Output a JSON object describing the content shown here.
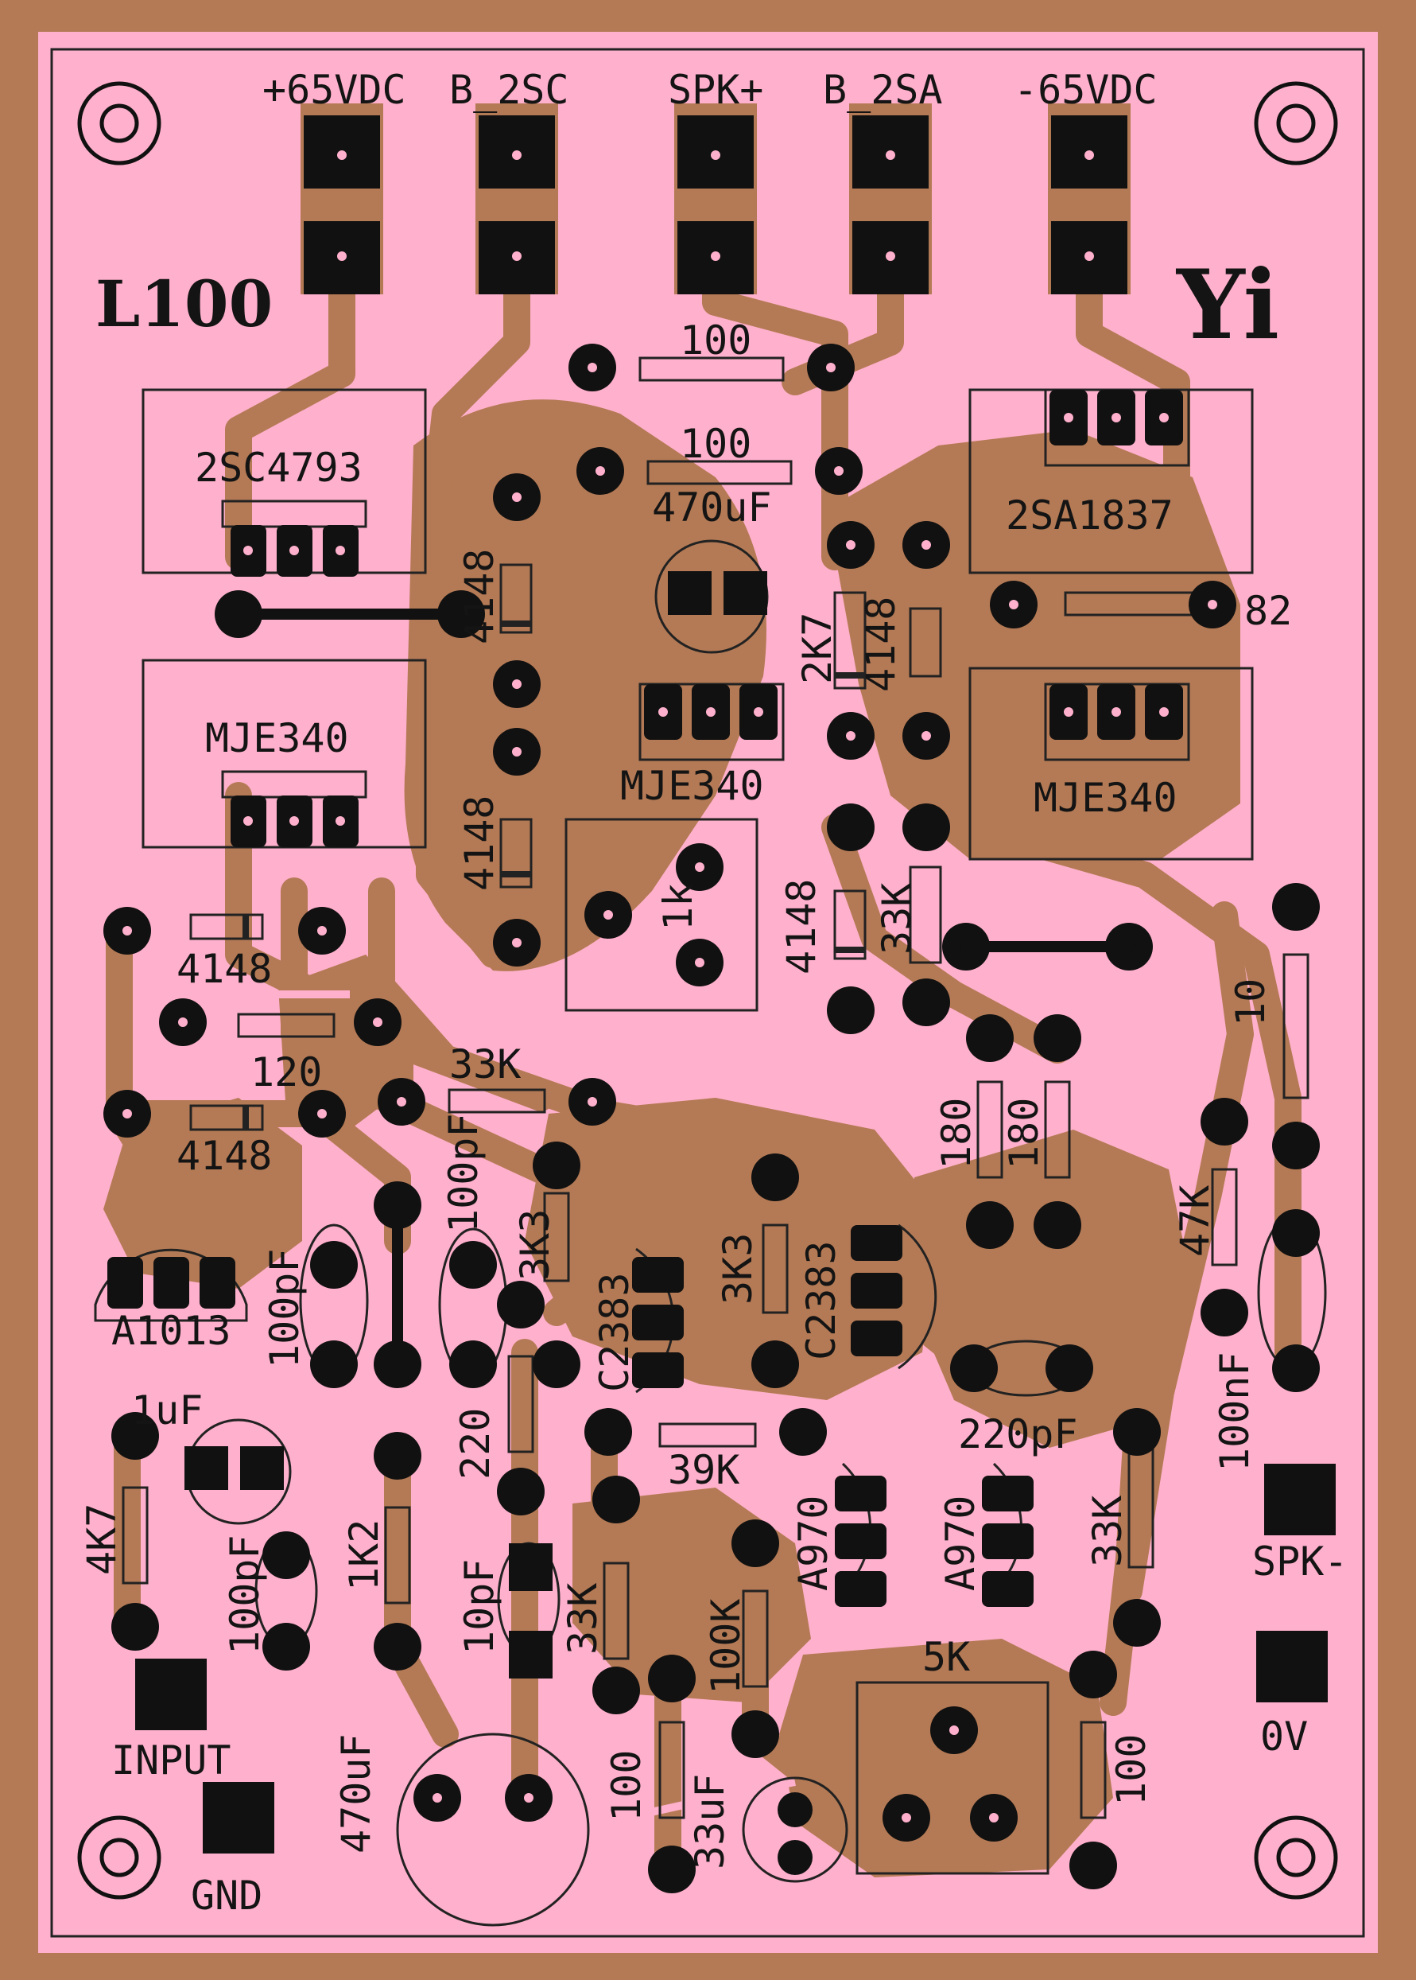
{
  "board": {
    "name": "L100",
    "logo": "Yi",
    "colors": {
      "substrate": "#b47a55",
      "mask": "#ffb0cc",
      "copper": "#b47a55",
      "pad": "#111111",
      "silkscreen": "#141414"
    }
  },
  "connectors_top": [
    "+65VDC",
    "B_2SC",
    "SPK+",
    "B_2SA",
    "-65VDC"
  ],
  "connectors_other": [
    "SPK-",
    "0V",
    "INPUT",
    "GND"
  ],
  "transistors": [
    "2SC4793",
    "2SA1837",
    "MJE340",
    "MJE340",
    "MJE340",
    "A1013",
    "C2383",
    "C2383",
    "A970",
    "A970"
  ],
  "resistors": [
    "100",
    "100",
    "82",
    "2K7",
    "33K",
    "120",
    "33K",
    "3K3",
    "3K3",
    "180",
    "180",
    "47K",
    "10",
    "39K",
    "220",
    "1K2",
    "4K7",
    "33K",
    "100K",
    "33K",
    "100",
    "100"
  ],
  "diodes": [
    "4148",
    "4148",
    "4148",
    "4148",
    "4148",
    "4148"
  ],
  "capacitors": [
    "470uF",
    "100pF",
    "100pF",
    "100nF",
    "220pF",
    "1uF",
    "100pF",
    "10pF",
    "470uF",
    "33uF"
  ],
  "trimmers": [
    "1k",
    "5K"
  ]
}
